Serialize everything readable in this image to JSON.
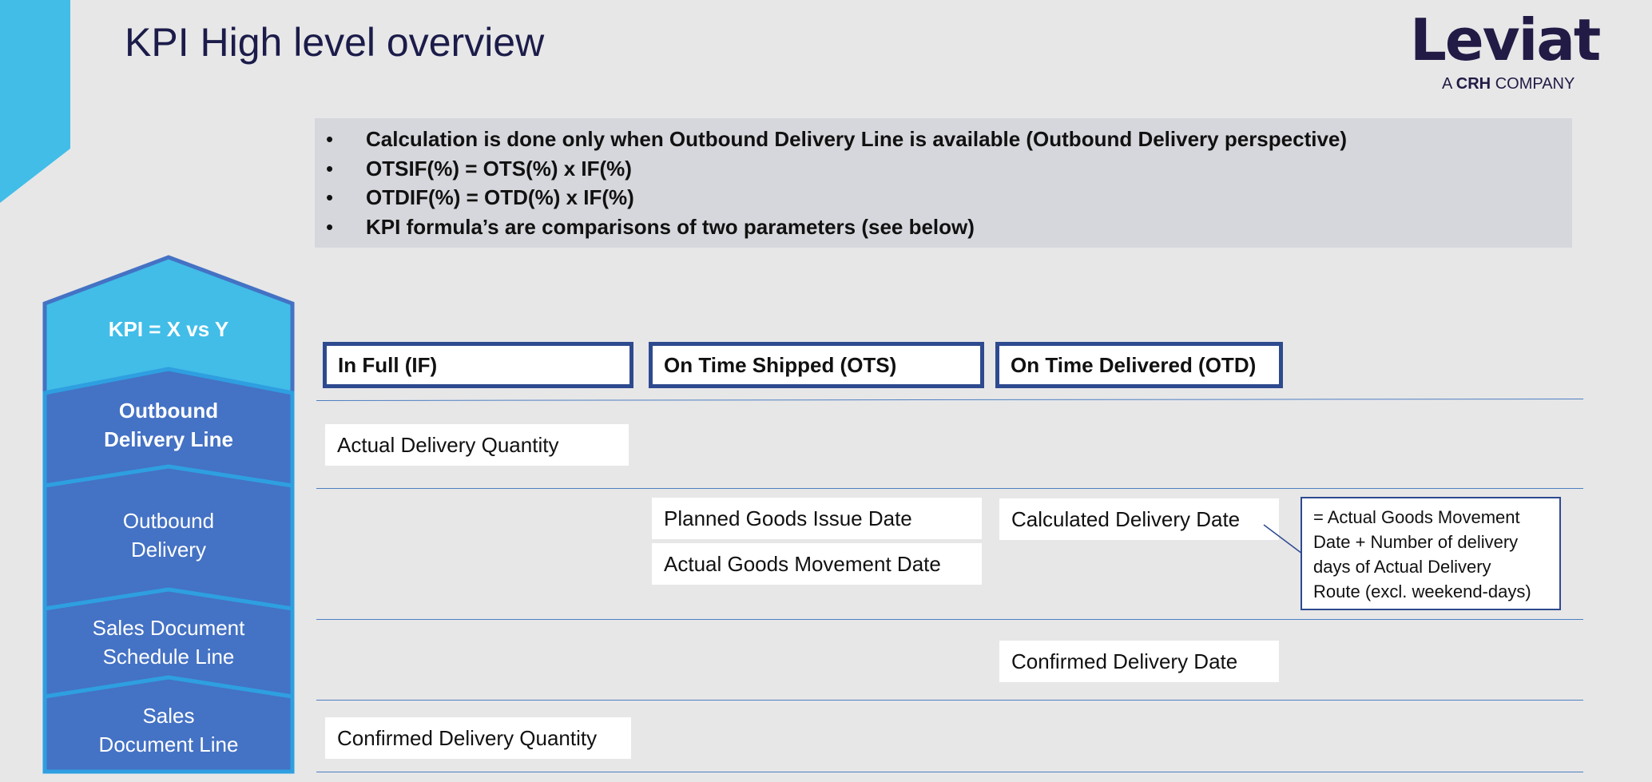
{
  "header": {
    "title": "KPI High level overview",
    "logo_text": "Leviat",
    "logo_sub_prefix": "A ",
    "logo_sub_bold": "CRH",
    "logo_sub_suffix": " COMPANY"
  },
  "info": {
    "bullets": [
      "Calculation is done only when Outbound Delivery Line is available (Outbound Delivery perspective)",
      "OTSIF(%) = OTS(%) x IF(%)",
      "OTDIF(%) = OTD(%) x IF(%)",
      "KPI formula’s are comparisons of two parameters (see below)"
    ]
  },
  "pillar": {
    "top": "KPI = X vs Y",
    "levels": [
      {
        "line1": "Outbound",
        "line2": "Delivery Line"
      },
      {
        "line1": "Outbound",
        "line2": "Delivery"
      },
      {
        "line1": "Sales Document",
        "line2": "Schedule Line"
      },
      {
        "line1": "Sales",
        "line2": "Document Line"
      }
    ]
  },
  "columns": {
    "in_full": "In Full (IF)",
    "on_time_shipped": "On Time Shipped (OTS)",
    "on_time_delivered": "On Time Delivered (OTD)"
  },
  "fields": {
    "actual_delivery_quantity": "Actual Delivery Quantity",
    "planned_goods_issue_date": "Planned Goods Issue Date",
    "actual_goods_movement_date": "Actual Goods Movement Date",
    "calculated_delivery_date": "Calculated Delivery Date",
    "confirmed_delivery_date": "Confirmed Delivery Date",
    "confirmed_delivery_quantity": "Confirmed Delivery Quantity"
  },
  "note": {
    "line1": "= Actual Goods Movement",
    "line2": "Date + Number of delivery",
    "line3": "days of Actual Delivery",
    "line4": "Route (excl. weekend-days)"
  },
  "colors": {
    "accent_cyan": "#41bde8",
    "pillar_blue": "#4472c4",
    "pillar_border": "#2e9fe0",
    "header_border": "#2e4a8f",
    "title_navy": "#1c1c4a"
  }
}
